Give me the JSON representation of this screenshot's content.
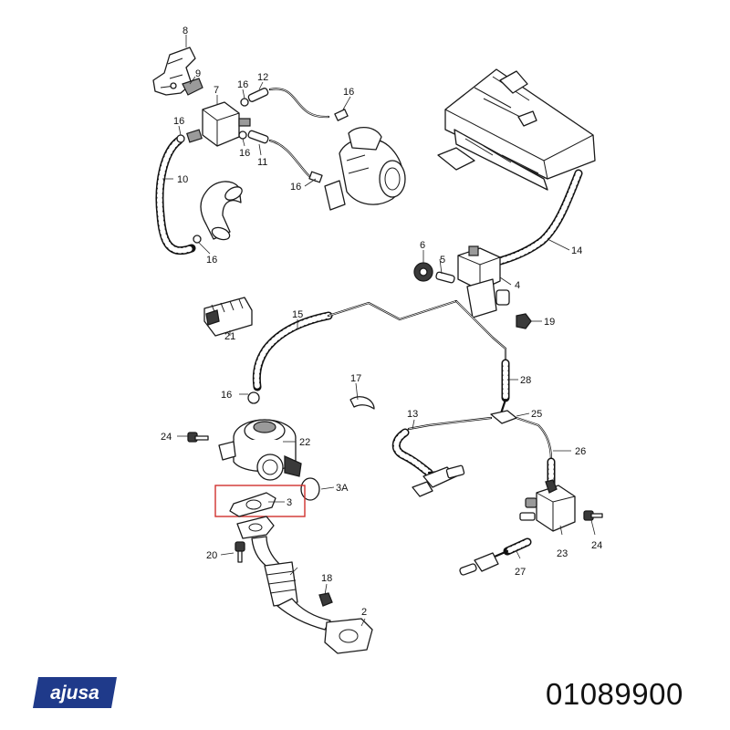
{
  "diagram": {
    "callouts": {
      "c8": "8",
      "c9": "9",
      "c7": "7",
      "c16a": "16",
      "c12": "12",
      "c16b": "16",
      "c16c": "16",
      "c16d": "16",
      "c11": "11",
      "c10": "10",
      "c16e": "16",
      "c16f": "16",
      "c6": "6",
      "c5": "5",
      "c4": "4",
      "c14": "14",
      "c19": "19",
      "c15": "15",
      "c21": "21",
      "c17": "17",
      "c28": "28",
      "c16g": "16",
      "c25": "25",
      "c13": "13",
      "c24a": "24",
      "c22": "22",
      "c26": "26",
      "c3a": "3A",
      "c3": "3",
      "c24b": "24",
      "c20": "20",
      "c23": "23",
      "c27": "27",
      "c18": "18",
      "c2": "2"
    },
    "highlight_color": "#d0312d"
  },
  "brand": {
    "logo_text": "ajusa",
    "logo_color": "#1f3a8a",
    "part_number": "01089900"
  }
}
